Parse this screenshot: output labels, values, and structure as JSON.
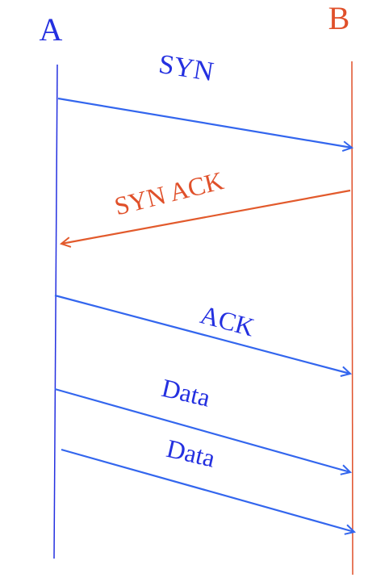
{
  "colors": {
    "a": "#2430e0",
    "b": "#e0502a",
    "arrow_blue": "#3366ee",
    "arrow_red": "#e25a2c"
  },
  "participants": {
    "a": {
      "label": "A"
    },
    "b": {
      "label": "B"
    }
  },
  "messages": [
    {
      "id": "syn",
      "label": "SYN",
      "direction": "A-to-B",
      "color": "blue"
    },
    {
      "id": "syn-ack",
      "label": "SYN ACK",
      "direction": "B-to-A",
      "color": "red"
    },
    {
      "id": "ack",
      "label": "ACK",
      "direction": "A-to-B",
      "color": "blue"
    },
    {
      "id": "data-1",
      "label": "Data",
      "direction": "A-to-B",
      "color": "blue"
    },
    {
      "id": "data-2",
      "label": "Data",
      "direction": "A-to-B",
      "color": "blue"
    }
  ]
}
